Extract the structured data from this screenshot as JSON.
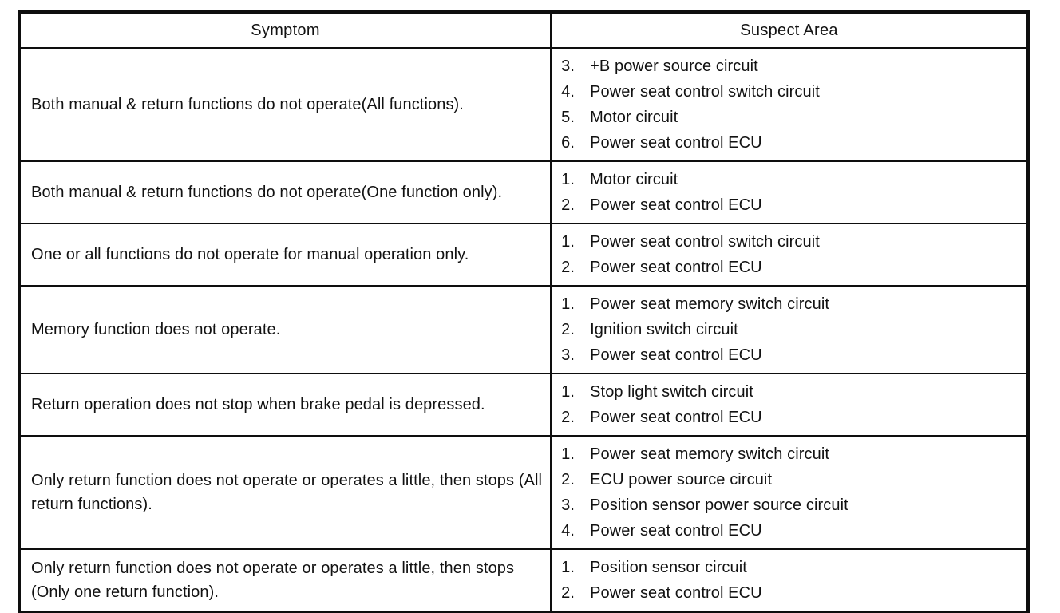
{
  "table": {
    "headers": {
      "symptom": "Symptom",
      "suspect_area": "Suspect Area"
    },
    "rows": [
      {
        "symptom": "Both manual & return functions do not operate(All functions).",
        "suspects": [
          {
            "num": "3.",
            "text": "+B power source circuit"
          },
          {
            "num": "4.",
            "text": "Power seat control switch circuit"
          },
          {
            "num": "5.",
            "text": "Motor circuit"
          },
          {
            "num": "6.",
            "text": "Power seat control ECU"
          }
        ]
      },
      {
        "symptom": "Both manual & return functions do not operate(One function only).",
        "suspects": [
          {
            "num": "1.",
            "text": "Motor circuit"
          },
          {
            "num": "2.",
            "text": "Power seat control ECU"
          }
        ]
      },
      {
        "symptom": "One or all functions do not operate for manual operation only.",
        "suspects": [
          {
            "num": "1.",
            "text": "Power seat control switch circuit"
          },
          {
            "num": "2.",
            "text": "Power seat control ECU"
          }
        ]
      },
      {
        "symptom": "Memory function does not operate.",
        "suspects": [
          {
            "num": "1.",
            "text": "Power seat memory switch circuit"
          },
          {
            "num": "2.",
            "text": "Ignition switch circuit"
          },
          {
            "num": "3.",
            "text": "Power seat control ECU"
          }
        ]
      },
      {
        "symptom": "Return operation does not stop when brake pedal is depressed.",
        "suspects": [
          {
            "num": "1.",
            "text": "Stop light switch circuit"
          },
          {
            "num": "2.",
            "text": "Power seat control ECU"
          }
        ]
      },
      {
        "symptom": "Only return function does not operate or operates a little, then stops (All return functions).",
        "suspects": [
          {
            "num": "1.",
            "text": "Power seat memory switch circuit"
          },
          {
            "num": "2.",
            "text": "ECU power source circuit"
          },
          {
            "num": "3.",
            "text": "Position sensor power source circuit"
          },
          {
            "num": "4.",
            "text": "Power seat control ECU"
          }
        ]
      },
      {
        "symptom": "Only return function does not operate or operates a little, then stops (Only one return function).",
        "suspects": [
          {
            "num": "1.",
            "text": "Position sensor circuit"
          },
          {
            "num": "2.",
            "text": "Power seat control ECU"
          }
        ]
      }
    ]
  }
}
